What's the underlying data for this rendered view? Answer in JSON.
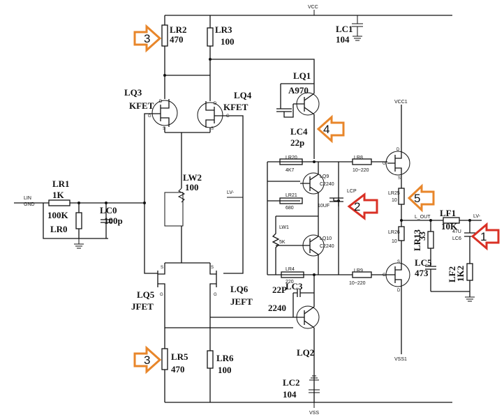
{
  "rails": {
    "vcc": "VCC",
    "vss": "VSS",
    "vcc1": "VCC1",
    "vss1": "VSS1"
  },
  "labels": {
    "lr2": "LR2",
    "lr2_val": "470",
    "lr3": "LR3",
    "lr3_val": "100",
    "lc1": "LC1",
    "lc1_val": "104",
    "lq1": "LQ1",
    "lq1_part": "A970",
    "lq3": "LQ3",
    "lq3_part": "KFET",
    "lq4": "LQ4",
    "lq4_part": "KFET",
    "lc4": "LC4",
    "lc4_val": "22p",
    "lr20": "LR20",
    "lr20_val": "4K7",
    "lq9": "LQ9",
    "lq9_part": "C2240",
    "lr8": "LR8",
    "lr8_val": "10~220",
    "lw2": "LW2",
    "lw2_val": "100",
    "lr1": "LR1",
    "lr1_val": "1K",
    "lin": "LIN",
    "gnd": "GND",
    "r100k": "100K",
    "lr0": "LR0",
    "lc0": "LC0",
    "lc0_val": "100p",
    "lv_neg": "LV-",
    "lr21": "LR21",
    "lr21_val": "680",
    "lcp": "LCP",
    "lcp_val": "10UF",
    "lr25": "LR25",
    "lr25_val": "10",
    "l_out": "L_OUT",
    "lf1": "LF1",
    "lf1_val": "10K",
    "lv_neg2": "LV-",
    "lc6_val": "47U",
    "lc6": "LC6",
    "lw1": "LW1",
    "lw1_val": "5K",
    "lr26": "LR26",
    "lr26_val": "10",
    "lr13": "LR13",
    "lr13_val": "33",
    "lq10": "LQ10",
    "lq10_part": "C2240",
    "lc5": "LC5",
    "lc5_val": "473",
    "lf2": "LF2",
    "lf2_val": "1K2",
    "lr4": "LR4",
    "lr4_val": "220",
    "lr9": "LR9",
    "lr9_val": "10~220",
    "lq5": "LQ5",
    "lq5_part": "JFET",
    "lq6": "LQ6",
    "lq6_part": "JEFT",
    "c22p": "22P",
    "lc3": "LC3",
    "c2240": "2240",
    "lq2": "LQ2",
    "lr5": "LR5",
    "lr5_val": "470",
    "lr6": "LR6",
    "lr6_val": "100",
    "lc2": "LC2",
    "lc2_val": "104",
    "pin_d": "D",
    "pin_s": "S",
    "pin_g": "G"
  },
  "markers": [
    {
      "num": "3",
      "color": "#e8862a"
    },
    {
      "num": "4",
      "color": "#e8862a"
    },
    {
      "num": "2",
      "color": "#d93025"
    },
    {
      "num": "5",
      "color": "#e8862a"
    },
    {
      "num": "1",
      "color": "#d93025"
    },
    {
      "num": "3",
      "color": "#e8862a"
    }
  ]
}
